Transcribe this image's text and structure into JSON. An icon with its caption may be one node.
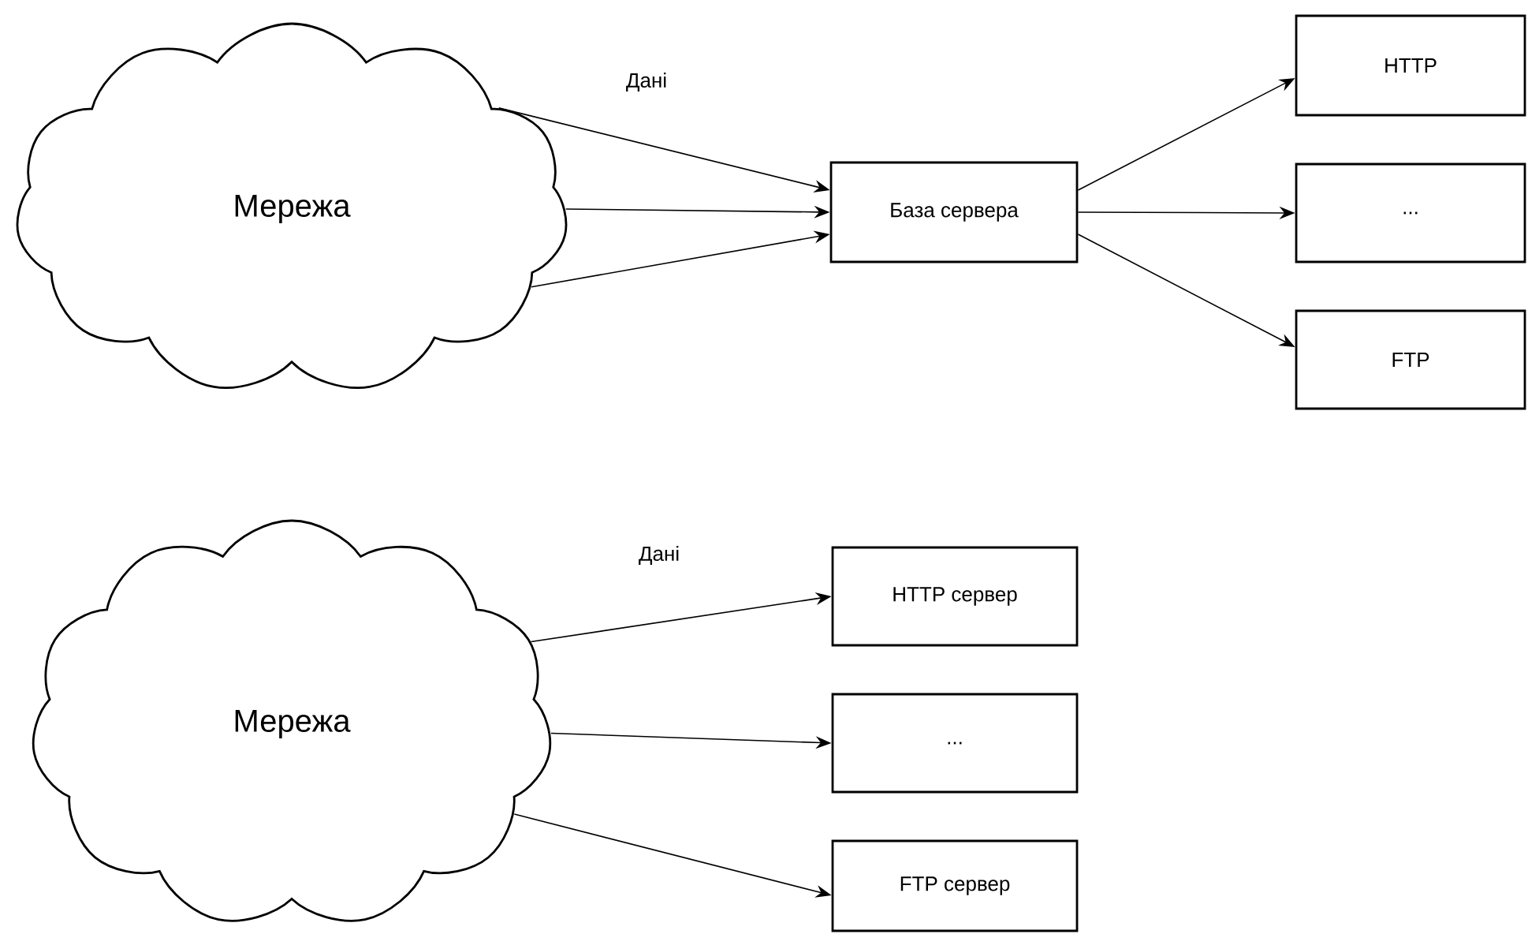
{
  "diagram": {
    "nodes": [
      {
        "text": [
          "Мережа"
        ]
      },
      {
        "text": [
          "База сервера"
        ]
      },
      {
        "text": [
          "HTTP"
        ]
      },
      {
        "text": [
          "..."
        ]
      },
      {
        "text": [
          "FTP"
        ]
      },
      {
        "text": [
          "Мережа"
        ]
      },
      {
        "text": [
          "HTTP сервер"
        ]
      },
      {
        "text": [
          "..."
        ]
      },
      {
        "text": [
          "FTP сервер"
        ]
      }
    ],
    "edges": [
      {
        "from": 0,
        "to": 1,
        "arrow": "to",
        "label": "Дані"
      },
      {
        "from": 0,
        "to": 1,
        "arrow": "to"
      },
      {
        "from": 0,
        "to": 1,
        "arrow": "to"
      },
      {
        "from": 1,
        "to": 2,
        "arrow": "to"
      },
      {
        "from": 1,
        "to": 3,
        "arrow": "to"
      },
      {
        "from": 1,
        "to": 4,
        "arrow": "to"
      },
      {
        "from": 5,
        "to": 6,
        "arrow": "to",
        "label": "Дані"
      },
      {
        "from": 5,
        "to": 7,
        "arrow": "to"
      },
      {
        "from": 5,
        "to": 8,
        "arrow": "to"
      }
    ]
  }
}
